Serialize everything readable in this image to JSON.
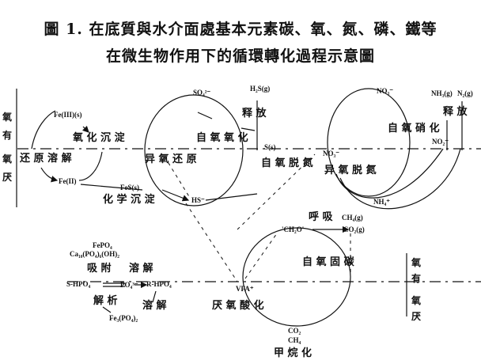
{
  "title": {
    "line1": "圖 1. 在底質與水介面處基本元素碳、氧、氮、磷、鐵等",
    "line2": "在微生物作用下的循環轉化過程示意圖"
  },
  "zones": {
    "left_top": [
      "氧",
      "有"
    ],
    "left_bottom": [
      "氧",
      "厌"
    ],
    "right_top": [
      "氧",
      "有"
    ],
    "right_bottom": [
      "氧",
      "厌"
    ]
  },
  "iron": {
    "fe3": "Fe(III)(s)",
    "fe2": "Fe(II)",
    "fes": "FeS(s)",
    "oxidation": "氧 化 沉 淀",
    "reduction": "还 原 溶 解",
    "chem_precip": "化 学 沉 淀"
  },
  "sulfur": {
    "so4": "SO₄²⁻",
    "h2s": "H₂S(g)",
    "release": "释 放",
    "auto_ox": "自 氧 氧 化",
    "s0": "S(s)",
    "hetero_red": "异 氧 还 原",
    "hs": "HS⁻",
    "auto_denit": "自 氧 脱 氮"
  },
  "nitrogen": {
    "no3_top": "NO₃⁻",
    "nh3": "NH₃(g)",
    "n2": "N₂(g)",
    "release": "释 放",
    "nitrification": "自 氧 硝 化",
    "no2": "NO₂⁻",
    "no3_bottom": "NO₃⁻",
    "hetero_denit": "异 氧 脱 氮",
    "nh4": "NH₄⁺"
  },
  "carbon": {
    "respiration": "呼 吸",
    "ch4g": "CH₄(g)",
    "ch2o": "'CH₂O'",
    "co2g": "CO₂(g)",
    "auto_fix": "自 氧 固 碳",
    "vfa": "VFA⁺",
    "anaerobic_acid": "厌 氧 酸 化",
    "co2": "CO₂",
    "ch4": "CH₄",
    "methanation": "甲 烷 化"
  },
  "phosphorus": {
    "fepo4": "FePO₄",
    "ca_po4": "Ca₁₀(PO₄)₆(OH)₂",
    "adsorb": "吸 附",
    "dissolve_top": "溶 解",
    "s_hpo4": "S-HPO₄",
    "po4": "PO₄³⁻",
    "r_hpo4": "R-HPO₄",
    "desorb": "解 析",
    "dissolve_bottom": "溶 解",
    "fe3po4": "Fe₃(PO₄)₂"
  }
}
